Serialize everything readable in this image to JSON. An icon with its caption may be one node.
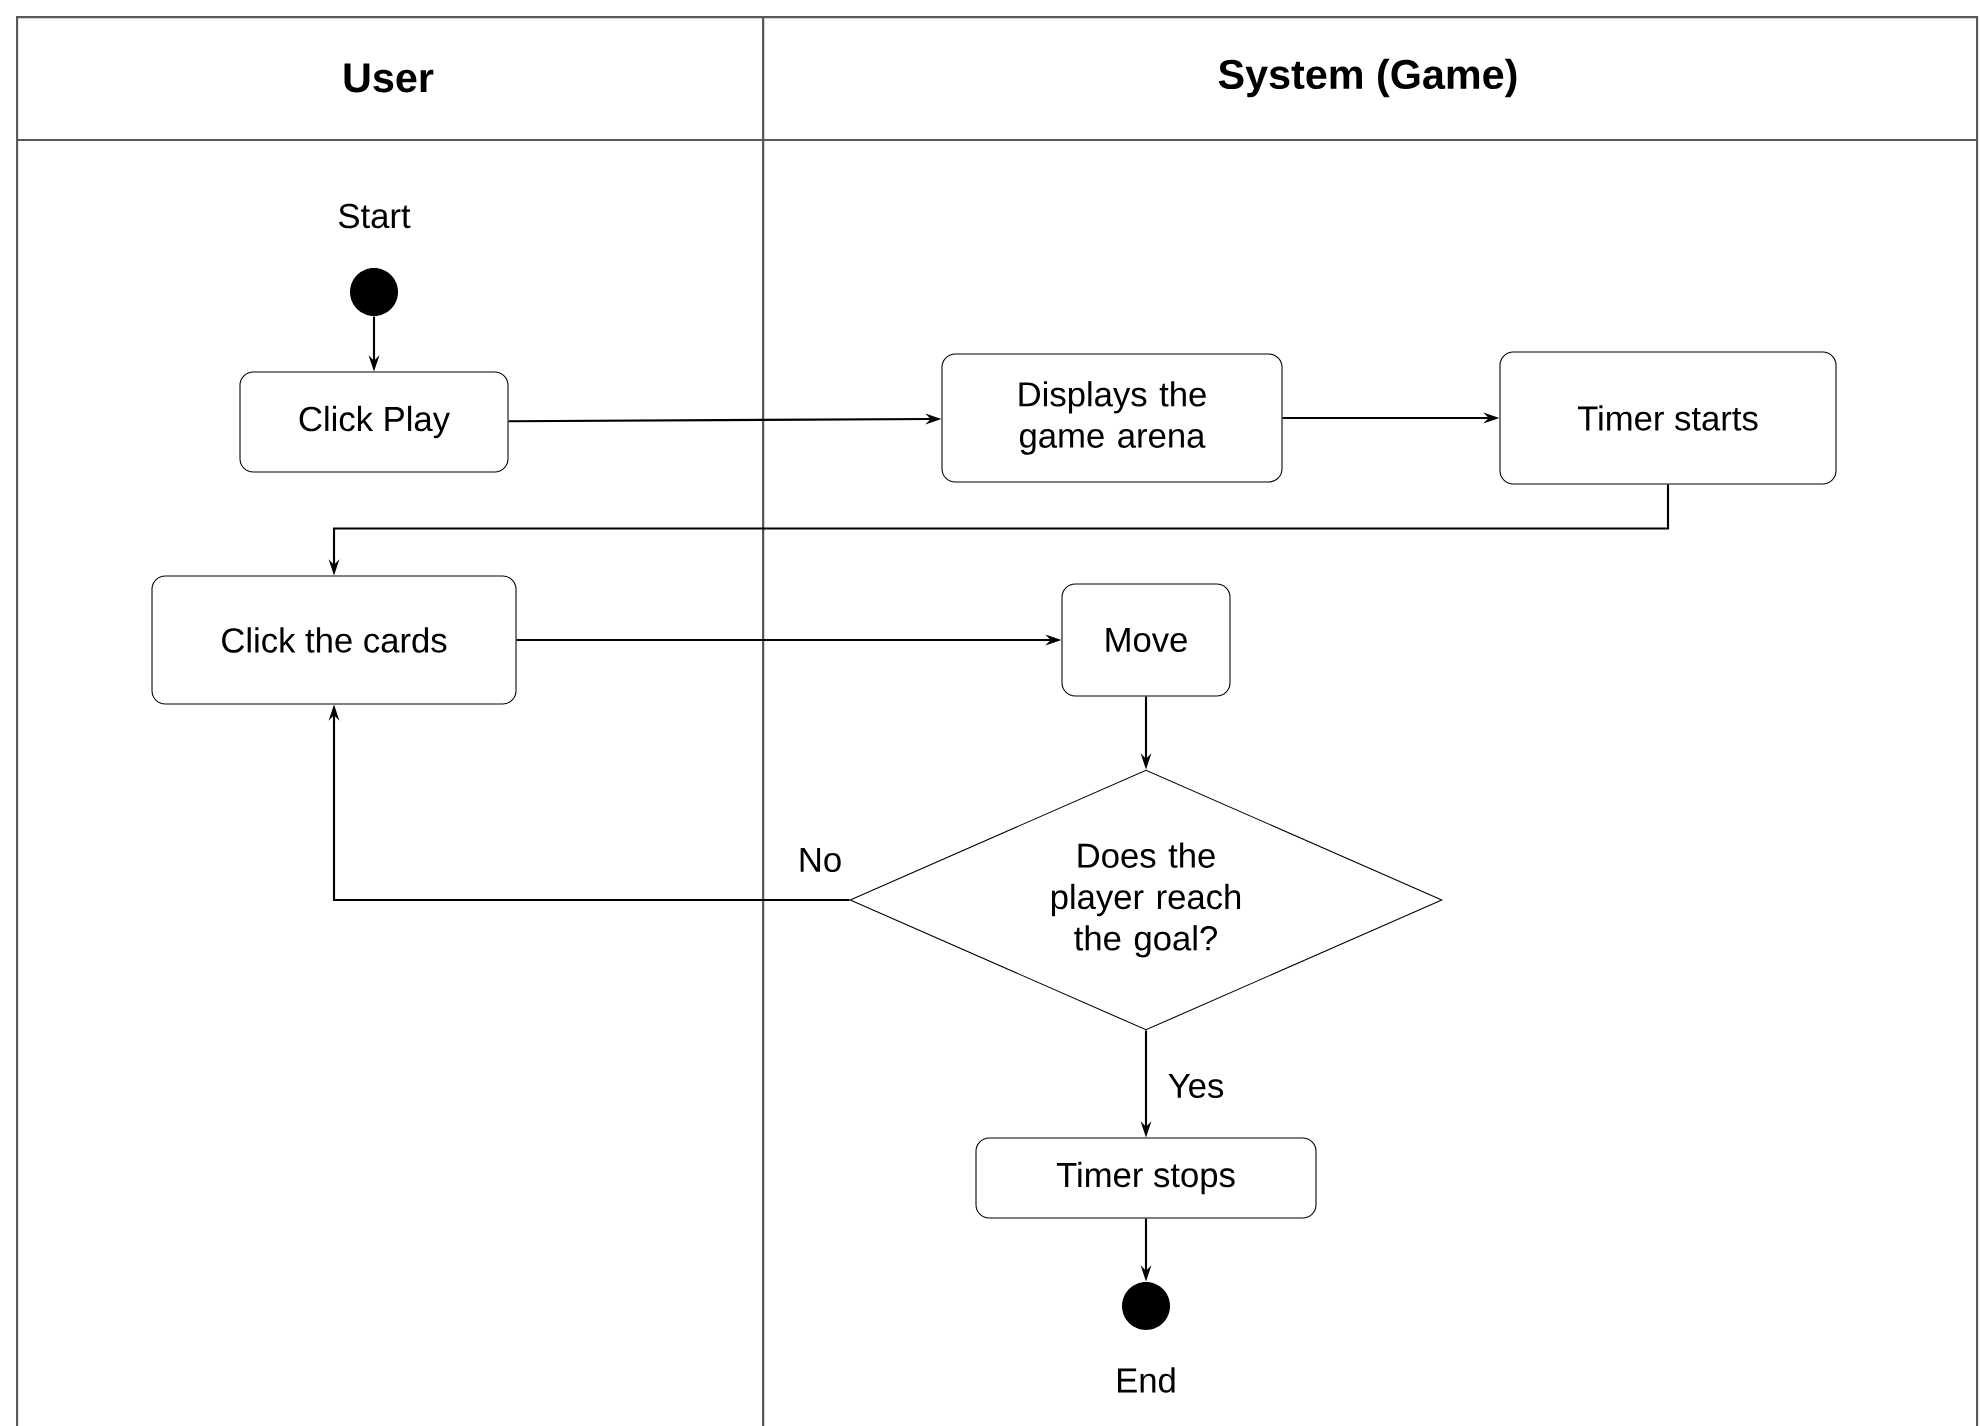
{
  "diagram": {
    "nodes": [
      {
        "text": [
          "User"
        ]
      },
      {
        "text": [
          "System (Game)"
        ]
      },
      {
        "text": [],
        "shape": "circle",
        "beside": [
          "Start"
        ],
        "in": 0
      },
      {
        "text": [
          "Click Play"
        ],
        "in": 0
      },
      {
        "text": [
          "Displays the game arena"
        ],
        "in": 1
      },
      {
        "text": [
          "Timer starts"
        ],
        "in": 1
      },
      {
        "text": [
          "Click the cards"
        ],
        "in": 0
      },
      {
        "text": [
          "Move"
        ],
        "in": 1
      },
      {
        "text": [
          "Does the player reach the goal?"
        ],
        "in": 1
      },
      {
        "text": [
          "Timer stops"
        ],
        "in": 1
      },
      {
        "text": [],
        "shape": "circle",
        "beside": [
          "End"
        ],
        "in": 1
      }
    ],
    "edges": [
      {
        "from": 2,
        "to": 3,
        "arrow": "to"
      },
      {
        "from": 3,
        "to": 4,
        "arrow": "to"
      },
      {
        "from": 4,
        "to": 5,
        "arrow": "to"
      },
      {
        "from": 5,
        "to": 6,
        "arrow": "to"
      },
      {
        "from": 6,
        "to": 7,
        "arrow": "to"
      },
      {
        "from": 7,
        "to": 8,
        "arrow": "to"
      },
      {
        "from": 8,
        "to": 6,
        "arrow": "to",
        "label": "No"
      },
      {
        "from": 8,
        "to": 9,
        "arrow": "to",
        "label": "Yes"
      },
      {
        "from": 9,
        "to": 10,
        "arrow": "to"
      }
    ]
  }
}
